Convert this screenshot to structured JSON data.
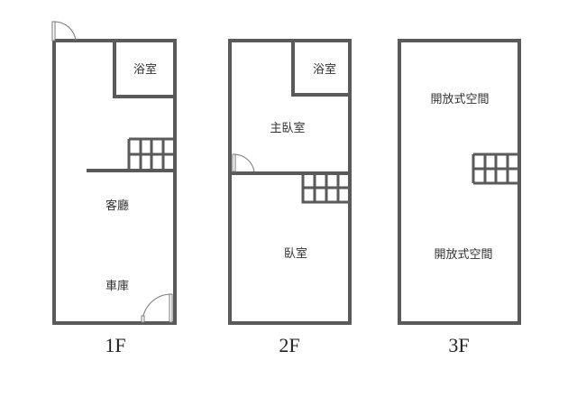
{
  "floors": [
    {
      "label": "1F",
      "rooms": [
        "浴室",
        "客廳",
        "車庫"
      ]
    },
    {
      "label": "2F",
      "rooms": [
        "浴室",
        "主臥室",
        "臥室"
      ]
    },
    {
      "label": "3F",
      "rooms": [
        "開放式空間",
        "開放式空間"
      ]
    }
  ],
  "colors": {
    "wall": "#5a5a5a"
  }
}
